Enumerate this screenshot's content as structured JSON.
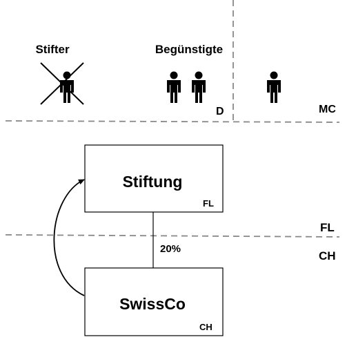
{
  "labels": {
    "stifter": "Stifter",
    "beguenstigte": "Begünstigte",
    "country_d": "D",
    "country_mc": "MC",
    "country_fl_right": "FL",
    "country_ch_right": "CH"
  },
  "boxes": {
    "stiftung": {
      "title": "Stiftung",
      "tag": "FL"
    },
    "swissco": {
      "title": "SwissCo",
      "tag": "CH"
    }
  },
  "ownership": {
    "label": "20%"
  },
  "icons": {
    "stifter": "person-icon-crossed-out",
    "beguenstigte": "two-persons-icon",
    "mc_person": "person-icon"
  },
  "colors": {
    "stroke": "#000000",
    "dashed": "#888888",
    "background": "#ffffff"
  }
}
